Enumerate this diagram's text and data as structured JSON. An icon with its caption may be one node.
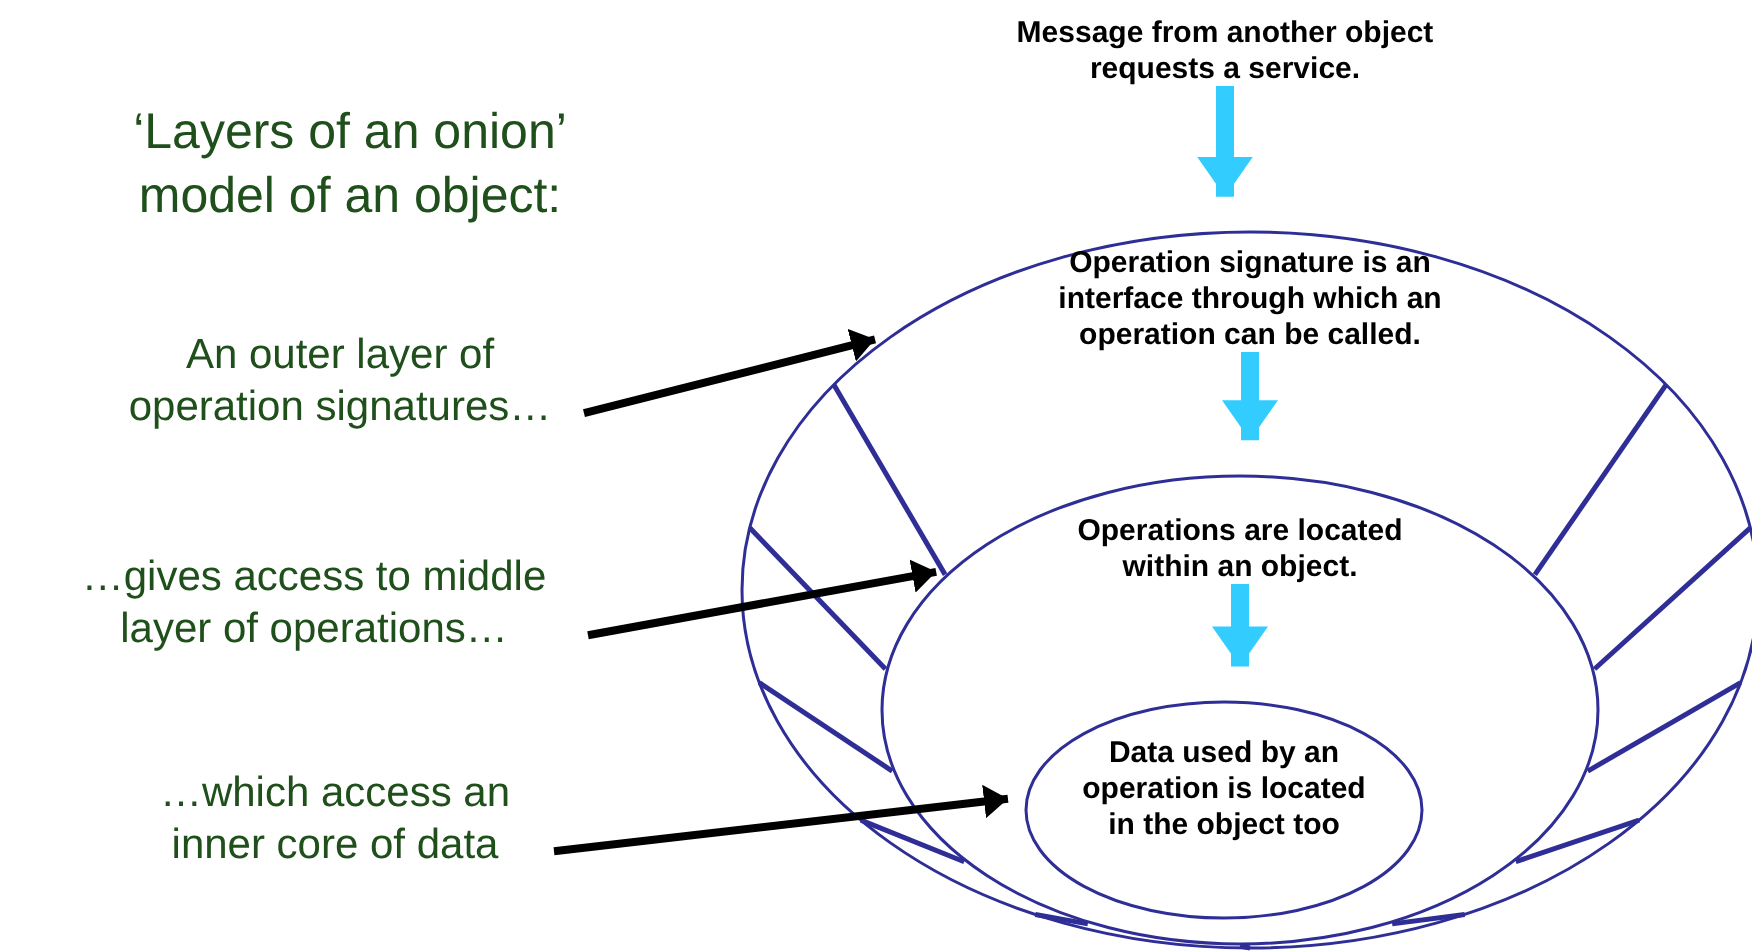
{
  "diagram": {
    "title": "‘Layers of an onion’ model of an object:",
    "nodes": [
      {
        "text": [
          "Message from another object requests a service."
        ]
      },
      {
        "text": [
          "Operation signature is an interface through which an operation can be called."
        ]
      },
      {
        "text": [
          "Operations are located within an object."
        ],
        "in": 1
      },
      {
        "text": [
          "Data used by an operation is located in the object too"
        ],
        "in": 2
      },
      {
        "text": [
          "An outer layer of operation signatures…"
        ]
      },
      {
        "text": [
          "…gives access to middle layer of operations…"
        ]
      },
      {
        "text": [
          "…which access an inner core of data"
        ]
      }
    ],
    "edges": [
      {
        "from": 0,
        "to": 1,
        "arrow": "to",
        "style": "thick",
        "color": "#33ccff"
      },
      {
        "from": 1,
        "to": 2,
        "arrow": "to",
        "style": "thick",
        "color": "#33ccff"
      },
      {
        "from": 2,
        "to": 3,
        "arrow": "to",
        "style": "thick",
        "color": "#33ccff"
      },
      {
        "from": 4,
        "to": 1,
        "arrow": "to",
        "color": "#000000"
      },
      {
        "from": 5,
        "to": 2,
        "arrow": "to",
        "color": "#000000"
      },
      {
        "from": 6,
        "to": 3,
        "arrow": "to",
        "color": "#000000"
      }
    ]
  }
}
